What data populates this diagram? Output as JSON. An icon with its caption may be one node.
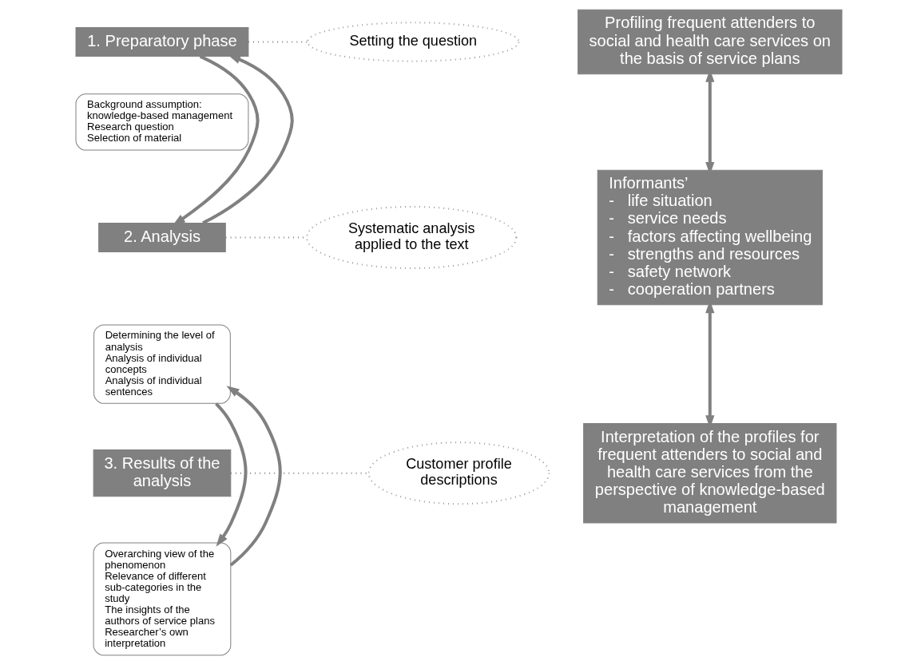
{
  "diagram": {
    "nodes": [
      {
        "text": [
          "1. Preparatory phase"
        ]
      },
      {
        "text": [
          "Background assumption: knowledge-based management",
          "Research question",
          "Selection of material"
        ]
      },
      {
        "text": [
          "2. Analysis"
        ]
      },
      {
        "text": [
          "Determining the level of analysis",
          "Analysis of individual concepts",
          "Analysis of individual sentences"
        ]
      },
      {
        "text": [
          "3. Results of the analysis"
        ]
      },
      {
        "text": [
          "Overarching view of the phenomenon",
          "Relevance of different sub-categories in the study",
          "The insights of the authors of service plans",
          "Researcher’s own interpretation"
        ]
      },
      {
        "text": [
          "Profiling frequent attenders to social and health care services on the basis of service plans"
        ]
      },
      {
        "text": [
          "Informants’",
          "-   life situation",
          "-   service needs",
          "-   factors affecting wellbeing",
          "-   strengths and resources",
          "-   safety network",
          "-   cooperation partners"
        ]
      },
      {
        "text": [
          "Interpretation of the profiles for frequent attenders to social and health care services from the perspective of knowledge-based management"
        ]
      },
      {
        "text": [
          "Setting the question"
        ]
      },
      {
        "text": [
          "Systematic analysis applied to the text"
        ]
      },
      {
        "text": [
          "Customer profile descriptions"
        ]
      }
    ],
    "edges": [
      {
        "from": 0,
        "to": 2,
        "arrow": "to"
      },
      {
        "from": 2,
        "to": 0,
        "arrow": "to"
      },
      {
        "from": 3,
        "to": 5,
        "arrow": "to"
      },
      {
        "from": 5,
        "to": 3,
        "arrow": "to"
      },
      {
        "from": 6,
        "to": 7,
        "arrow": "both"
      },
      {
        "from": 7,
        "to": 8,
        "arrow": "both"
      },
      {
        "from": 0,
        "to": 9,
        "arrow": "none",
        "style": "dashed"
      },
      {
        "from": 2,
        "to": 10,
        "arrow": "none",
        "style": "dashed"
      },
      {
        "from": 4,
        "to": 11,
        "arrow": "none",
        "style": "dashed"
      }
    ]
  }
}
